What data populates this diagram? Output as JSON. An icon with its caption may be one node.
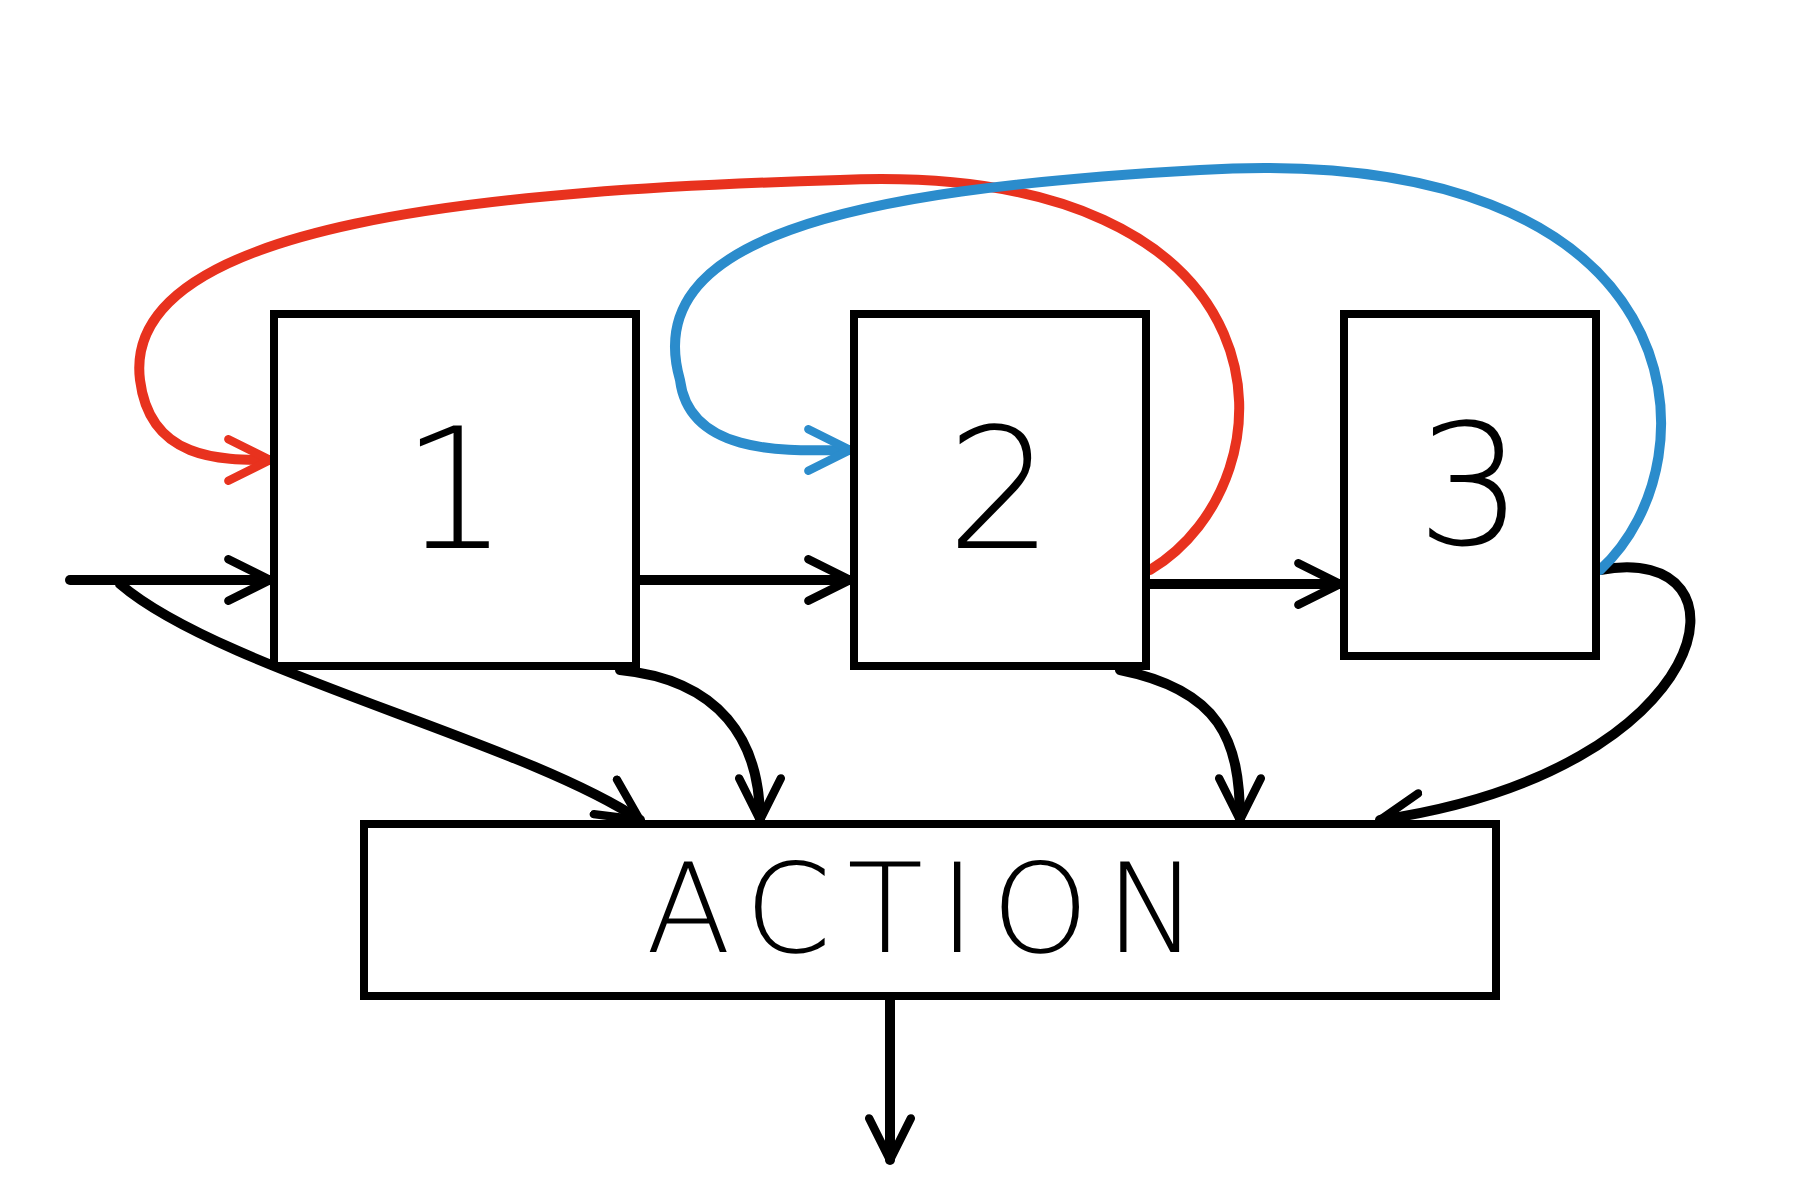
{
  "diagram": {
    "nodes": [
      {
        "text": [
          "1"
        ]
      },
      {
        "text": [
          "2"
        ]
      },
      {
        "text": [
          "3"
        ]
      },
      {
        "text": [
          "ACTION"
        ]
      }
    ],
    "edges": [
      {
        "from": null,
        "to": 0,
        "arrow": "to"
      },
      {
        "from": null,
        "to": 3,
        "arrow": "to"
      },
      {
        "from": 0,
        "to": 1,
        "arrow": "to"
      },
      {
        "from": 1,
        "to": 2,
        "arrow": "to"
      },
      {
        "from": 0,
        "to": 3,
        "arrow": "to"
      },
      {
        "from": 1,
        "to": 3,
        "arrow": "to"
      },
      {
        "from": 2,
        "to": 3,
        "arrow": "to"
      },
      {
        "from": 1,
        "to": 0,
        "arrow": "to",
        "color": "#e8321e"
      },
      {
        "from": 2,
        "to": 1,
        "arrow": "to",
        "color": "#2b8ccc"
      },
      {
        "from": 3,
        "to": null,
        "arrow": "to"
      }
    ]
  }
}
